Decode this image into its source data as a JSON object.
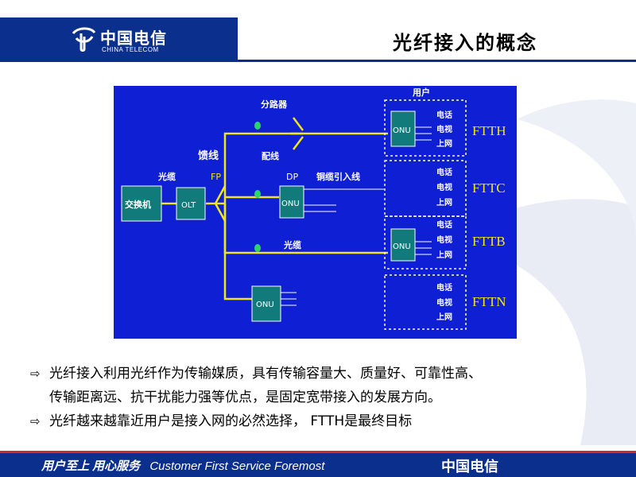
{
  "header": {
    "logo_cn": "中国电信",
    "logo_en": "CHINA TELECOM",
    "title": "光纤接入的概念"
  },
  "diagram": {
    "exchange": "交换机",
    "olt": "OLT",
    "onu": "ONU",
    "splitter_label": "分路器",
    "feeder_label": "馈线",
    "distribution_label": "配线",
    "cable_label": "光缆",
    "cable_label_2": "光缆",
    "fp_label": "FP",
    "dp_label": "DP",
    "copper_drop_label": "铜缆引入线",
    "user_label": "用户",
    "services": [
      "电话",
      "电视",
      "上网"
    ],
    "modes": [
      "FTTH",
      "FTTC",
      "FTTB",
      "FTTN"
    ],
    "colors": {
      "background": "#0f1fd4",
      "fiber": "#f0e61e",
      "node": "#117a7a",
      "dot": "#2fd36b"
    }
  },
  "bullets": [
    {
      "line1": "光纤接入利用光纤作为传输媒质，具有传输容量大、质量好、可靠性高、",
      "line2": "传输距离远、抗干扰能力强等优点，是固定宽带接入的发展方向。"
    },
    {
      "line1": "光纤越来越靠近用户是接入网的必然选择，  FTTH是最终目标"
    }
  ],
  "footer": {
    "slogan_cn": "用户至上  用心服务",
    "slogan_en": "Customer First Service Foremost",
    "brand": "中国电信"
  }
}
